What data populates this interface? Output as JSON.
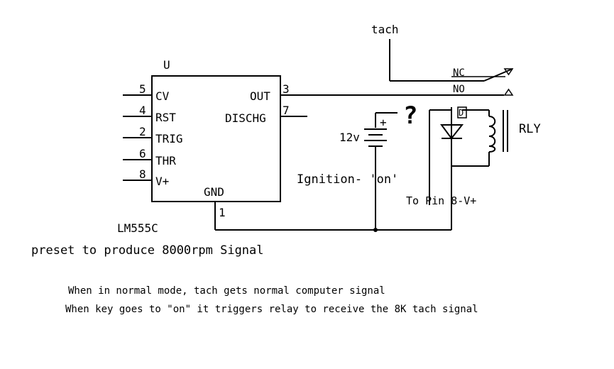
{
  "chip": {
    "ref": "U",
    "part": "LM555C",
    "pins": {
      "cv": {
        "num": "5",
        "name": "CV"
      },
      "rst": {
        "num": "4",
        "name": "RST"
      },
      "trig": {
        "num": "2",
        "name": "TRIG"
      },
      "thr": {
        "num": "6",
        "name": "THR"
      },
      "vplus": {
        "num": "8",
        "name": "V+"
      },
      "out": {
        "num": "3",
        "name": "OUT"
      },
      "dischg": {
        "num": "7",
        "name": "DISCHG"
      },
      "gnd": {
        "num": "1",
        "name": "GND"
      }
    }
  },
  "labels": {
    "tach": "tach",
    "nc": "NC",
    "no": "NO",
    "question": "?",
    "battery_plus": "+",
    "battery_voltage": "12v",
    "ignition": "Ignition- 'on'",
    "relay_pin": "D",
    "relay": "RLY",
    "to_pin": "To Pin 8-V+"
  },
  "notes": {
    "preset": "preset to produce 8000rpm Signal",
    "line1": "When in normal mode, tach gets normal computer signal",
    "line2": "When key goes to \"on\" it triggers relay to receive the 8K tach signal"
  }
}
